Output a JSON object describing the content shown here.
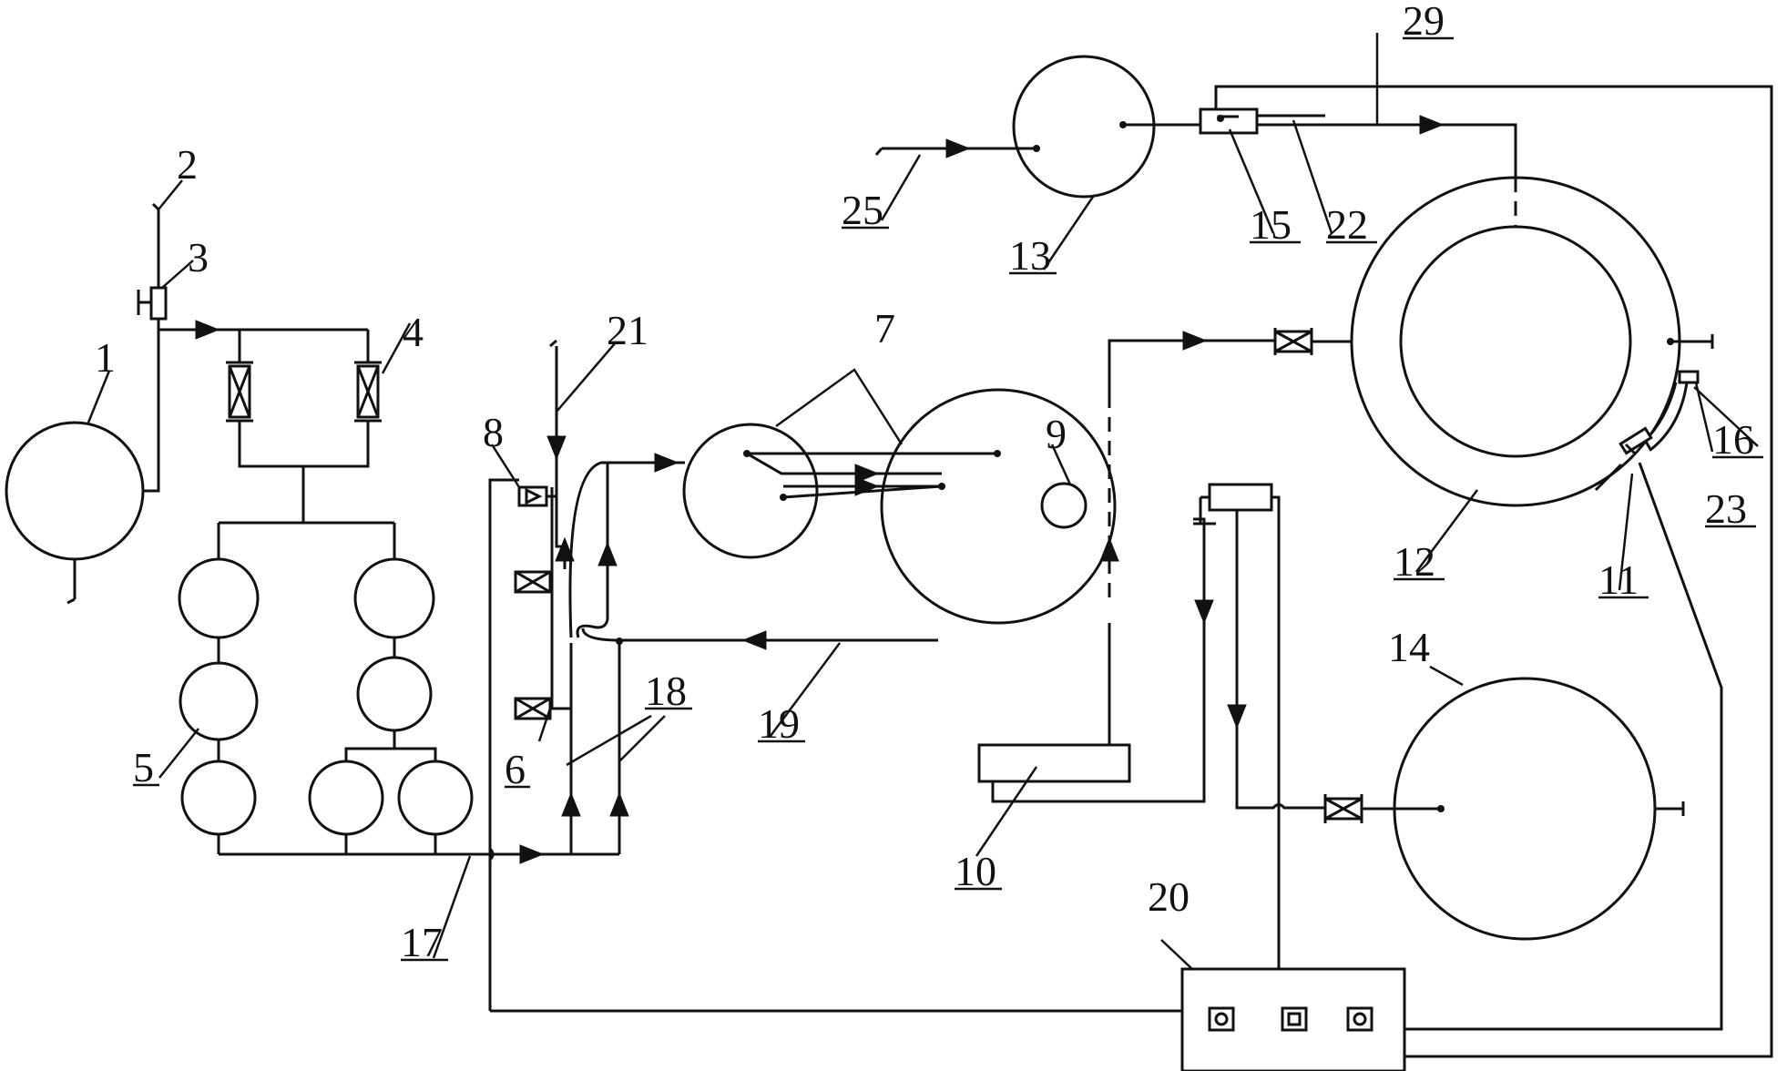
{
  "diagram": {
    "labels": {
      "l1": "1",
      "l2": "2",
      "l3": "3",
      "l4": "4",
      "l5": "5",
      "l6": "6",
      "l7": "7",
      "l8": "8",
      "l9": "9",
      "l10": "10",
      "l11": "11",
      "l12": "12",
      "l13": "13",
      "l14": "14",
      "l15": "15",
      "l16": "16",
      "l17": "17",
      "l18": "18",
      "l19": "19",
      "l20": "20",
      "l21": "21",
      "l22": "22",
      "l23": "23",
      "l25": "25",
      "l29": "29"
    },
    "colors": {
      "stroke": "#111111",
      "background": "#ffffff"
    }
  }
}
